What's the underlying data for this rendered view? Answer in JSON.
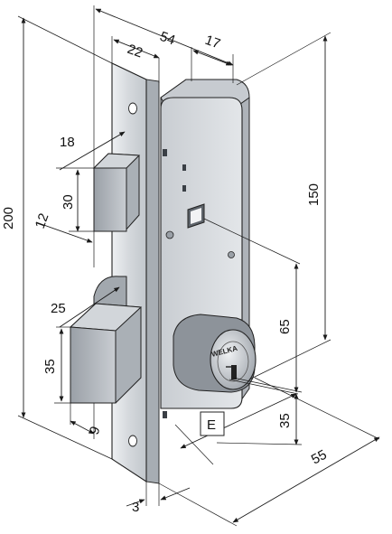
{
  "dimensions": {
    "d200": "200",
    "d54": "54",
    "d22": "22",
    "d17": "17",
    "d150": "150",
    "d18": "18",
    "d30": "30",
    "d12": "12",
    "d25": "25",
    "d35_latch": "35",
    "d9": "9",
    "d65": "65",
    "d35_cyl": "35",
    "d55": "55",
    "d3": "3",
    "dE": "E"
  },
  "brand": "WELKA",
  "colors": {
    "steel_light": "#dcdfe3",
    "steel_mid": "#b9bec5",
    "steel_dark": "#7f858d",
    "outline": "#222222"
  }
}
